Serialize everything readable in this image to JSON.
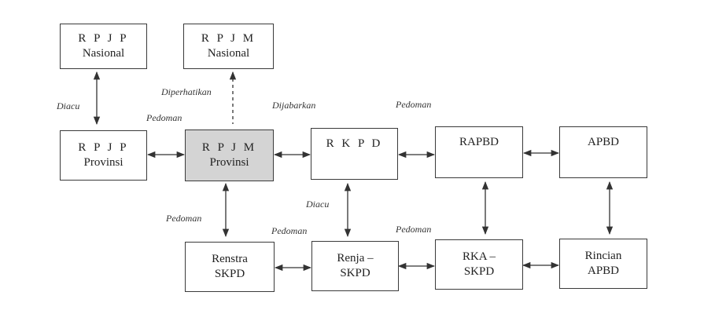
{
  "boxes": {
    "rpjp_nasional": [
      "R P J P",
      "Nasional"
    ],
    "rpjm_nasional": [
      "R P J M",
      "Nasional"
    ],
    "rpjp_provinsi": [
      "R P J P",
      "Provinsi"
    ],
    "rpjm_provinsi": [
      "R P J M",
      "Provinsi"
    ],
    "rkpd": [
      "R K P D"
    ],
    "rapbd": [
      "RAPBD"
    ],
    "apbd": [
      "APBD"
    ],
    "renstra_skpd": [
      "Renstra",
      "SKPD"
    ],
    "renja_skpd": [
      "Renja –",
      "SKPD"
    ],
    "rka_skpd": [
      "RKA –",
      "SKPD"
    ],
    "rincian_apbd": [
      "Rincian",
      "APBD"
    ]
  },
  "labels": {
    "diacu_left": "Diacu",
    "diperhatikan": "Diperhatikan",
    "dijabarkan": "Dijabarkan",
    "pedoman_top_right": "Pedoman",
    "pedoman_left": "Pedoman",
    "pedoman_mid_left": "Pedoman",
    "diacu_mid": "Diacu",
    "pedoman_bottom_left": "Pedoman",
    "pedoman_bottom_right": "Pedoman"
  },
  "colors": {
    "line": "#333333",
    "highlight_fill": "#d4d4d4"
  }
}
